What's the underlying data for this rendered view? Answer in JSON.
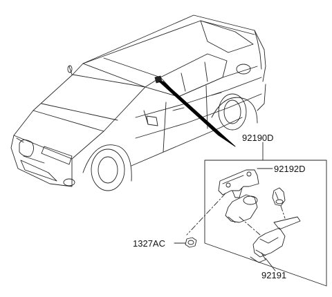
{
  "labels": {
    "assembly": "92190D",
    "bracket": "92192D",
    "sensor": "92191",
    "nut": "1327AC"
  },
  "colors": {
    "line": "#222222",
    "background": "#ffffff",
    "pointer": "#000000"
  }
}
